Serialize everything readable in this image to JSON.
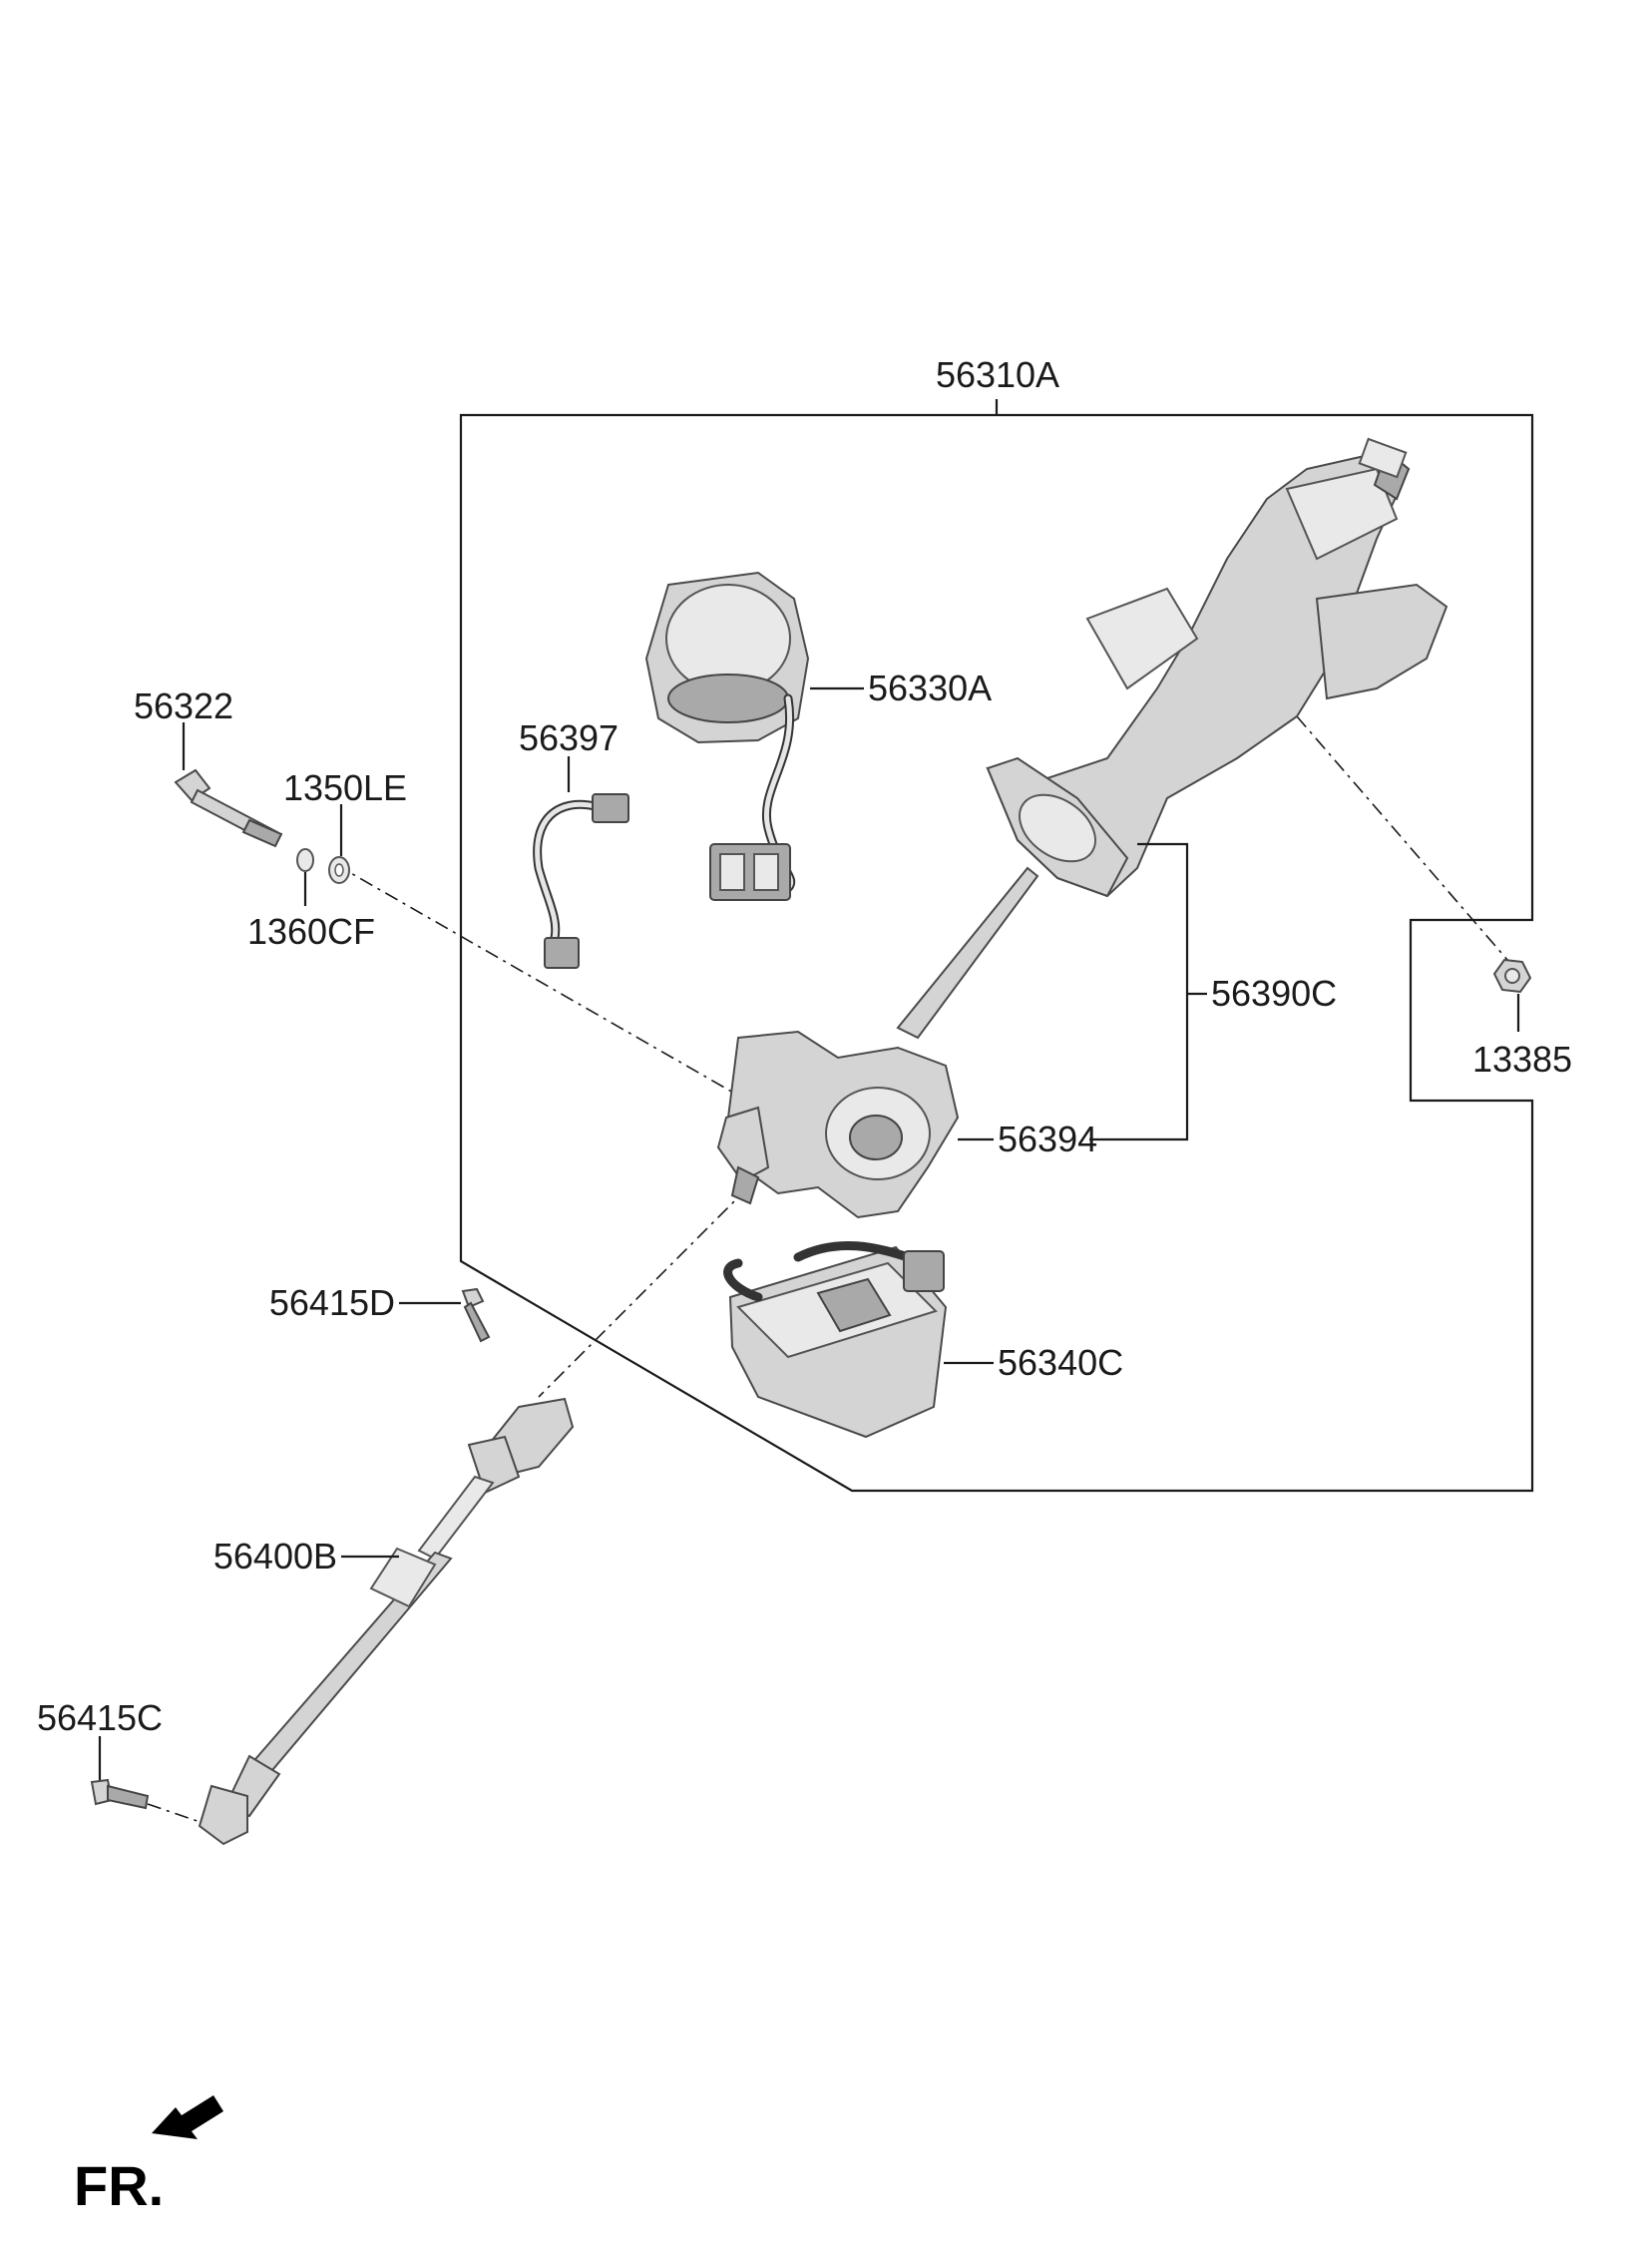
{
  "labels": {
    "assembly": "56310A",
    "control_unit": "56330A",
    "wire_harness": "56397",
    "bolt": "56322",
    "washer_a": "1350LE",
    "washer_b": "1360CF",
    "column_housing": "56390C",
    "motor_gear": "56394",
    "ecu_module": "56340C",
    "nut": "13385",
    "bolt_upper": "56415D",
    "joint_shaft": "56400B",
    "bolt_lower": "56415C"
  },
  "front_marker": "FR."
}
